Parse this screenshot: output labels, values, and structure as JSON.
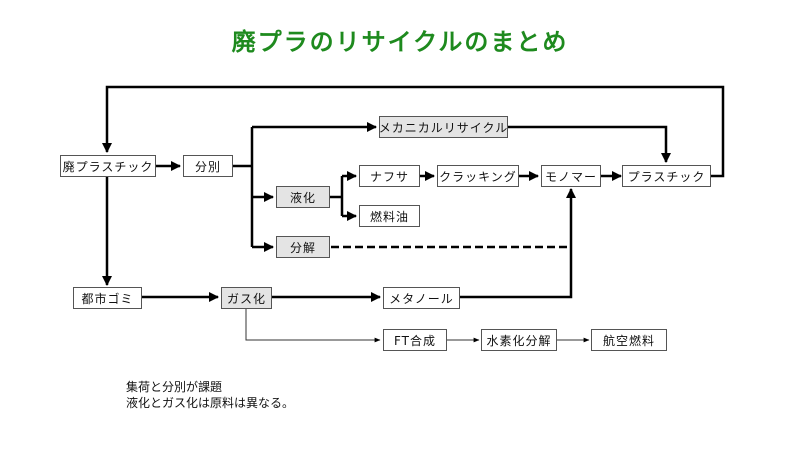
{
  "title": "廃プラのリサイクルのまとめ",
  "colors": {
    "title": "#1e8a1e",
    "highlight_box": "#e4e4e4",
    "line": "#000000"
  },
  "nodes": {
    "haipura": "廃プラスチック",
    "bunbetsu": "分別",
    "mechanical": "メカニカルリサイクル",
    "ekika": "液化",
    "bunkai": "分解",
    "nafusa": "ナフサ",
    "nenryouyu": "燃料油",
    "cracking": "クラッキング",
    "monomer": "モノマー",
    "plastic": "プラスチック",
    "toshigomi": "都市ゴミ",
    "gasuka": "ガス化",
    "methanol": "メタノール",
    "ft": "FT合成",
    "suisoka": "水素化分解",
    "koukuu": "航空燃料"
  },
  "notes": [
    "集荷と分別が課題",
    "液化とガス化は原料は異なる。"
  ]
}
